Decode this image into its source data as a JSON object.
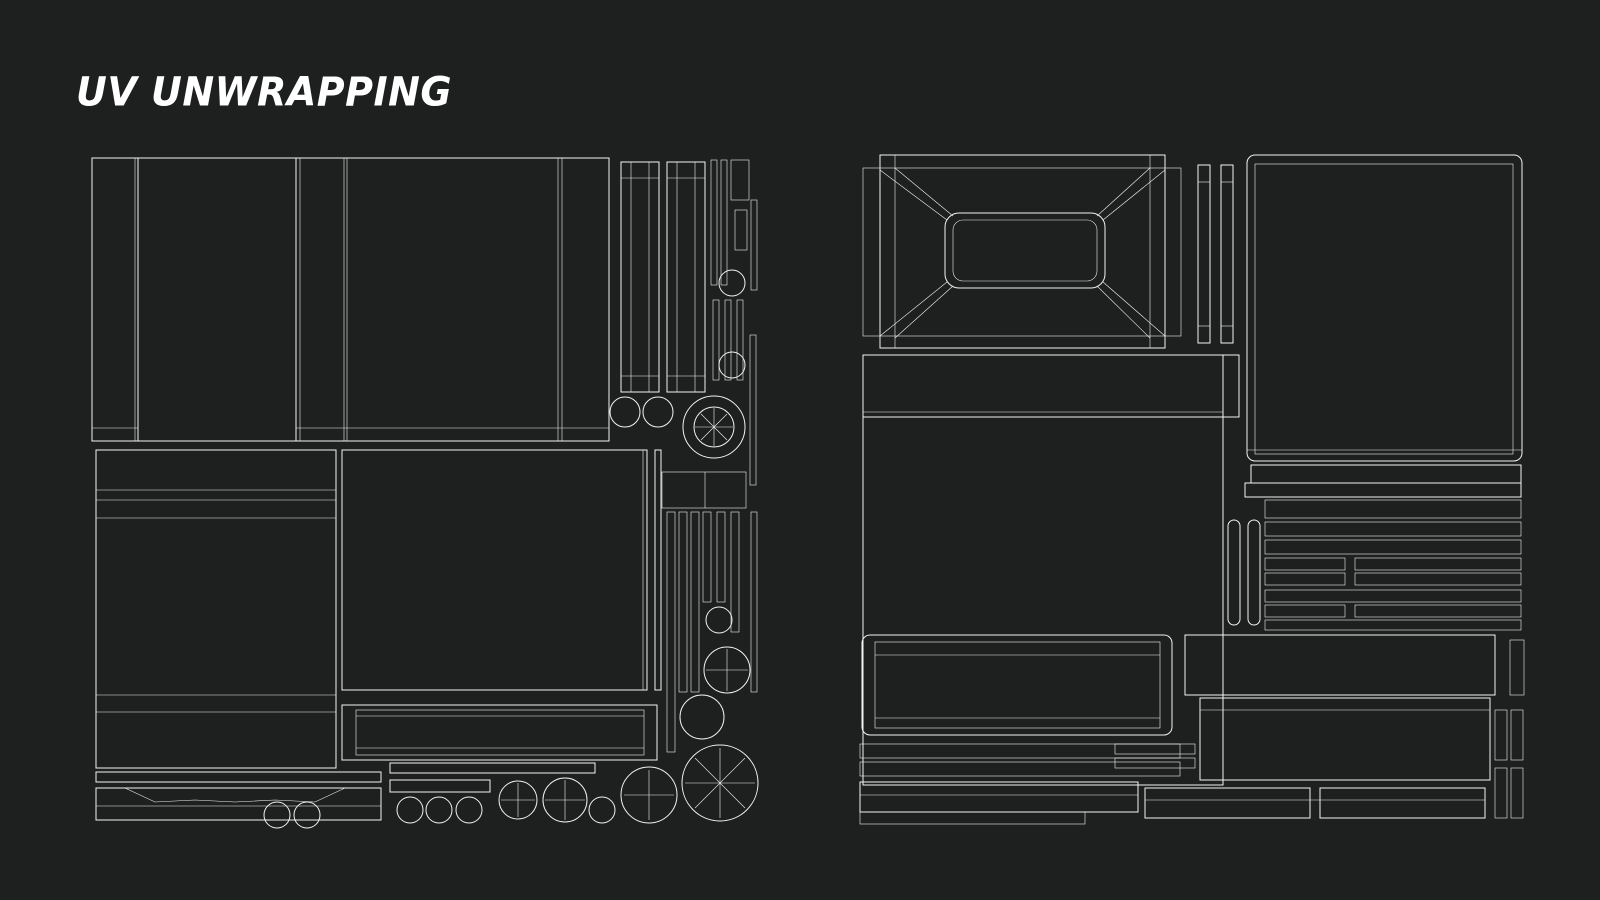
{
  "slide": {
    "title": "UV UNWRAPPING"
  },
  "colors": {
    "background": "#1e201f",
    "wireframe": "#f2f2f2",
    "title": "#ffffff"
  },
  "uv_maps": [
    {
      "name": "uv-layout-left"
    },
    {
      "name": "uv-layout-right"
    }
  ]
}
